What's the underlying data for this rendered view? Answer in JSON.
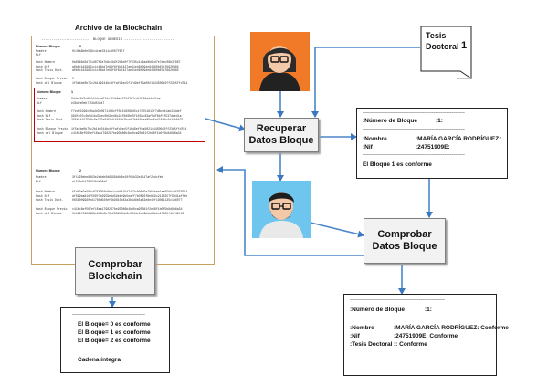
{
  "blockchain_archive": {
    "title": "Archivo de la Blockchain",
    "header": "------------------------ BLOQUE GÉNESIS ------------------------",
    "blocks": [
      {
        "number_label": "Número Bloque",
        "number_value": "0",
        "rows": [
          {
            "label": "Nombre",
            "value": "0145a6b0e549c4cea7811c1007f67f"
          },
          {
            "label": "Nif",
            "value": ""
          },
          {
            "label": "Hash Nombre",
            "value": "0a0166d3d751d0702e7b8c5b9f2b3e0f7f035c1d3ae8b6cd7e7dec06b3f667"
          },
          {
            "label": "Hash Nif",
            "value": "a0b0c4429891c1c84bd7e96f6f6d5427ae41e46b09de84960b67b78620d85"
          },
          {
            "label": "Hash Tesis Doct.",
            "value": "a0b0c4429891c1c84bd7e96f6f6d5427ae41e46b09de84960b67b78620d85"
          },
          {
            "label": "Hash Bloque Previo",
            "value": "0"
          },
          {
            "label": "Hash del Bloque",
            "value": "1f5e4be0b75c2b1b9244bc6ffafd3ec5f1fd9eff5a0021444500d2ff23e5ffd794"
          }
        ]
      },
      {
        "number_label": "Número Bloque",
        "number_value": "1",
        "rows": [
          {
            "label": "Nombre",
            "value": "9ddaf6d2c6b4d4dcae97dc7f4b0e8f7ff2b7cd19836eddd41ae"
          },
          {
            "label": "Nif",
            "value": "e38d2e0eb7758d54b47"
          },
          {
            "label": "Hash Nombre",
            "value": "f7ed92196cf6a4d3e06711b6cff0c21909bd5c17e551813f7d8c0d1ab47ddef"
          },
          {
            "label": "Hash Nif",
            "value": "999fa07c4b5d1bd3eec0b59ed6c2af0d0bf5f1658c83af5df6bf5f537dee41a"
          },
          {
            "label": "Hash Tesis Doct.",
            "value": "395b541975f0c8e7d7a0459d1ff4db7bcb07b6468ea09ac5e47fd0cfa21b0497"
          },
          {
            "label": "Hash Bloque Previo",
            "value": "1f5e4be0b75c2b1b9244bc6ffafd3ec5f1fd9eff5a0021444500d2ff23e5ffd794"
          },
          {
            "label": "Hash del Bloque",
            "value": "c416c8ef56fef16aa1798267be93086b4bd0ca95081f2e96f1b0f5b8d8b6a34"
          }
        ]
      },
      {
        "number_label": "Número Bloque",
        "number_value": "2",
        "rows": [
          {
            "label": "Nombre",
            "value": "3f1428ebe8d93e2a4eb0d6999b8d6e10f61b32e1147af2bdcfeb"
          },
          {
            "label": "Nif",
            "value": "a1540d1d766836de0fe5"
          },
          {
            "label": "Hash Nombre",
            "value": "f5df9a9a901c0755904b8ba1cdd1415d7453c806d9e78bfbeb1ae95b5c8f975514"
          },
          {
            "label": "Hash Nif",
            "value": "af699ba81df509f7b2959e8d59e4b9b5ea7f7b0826f8e859c2123257f9d41affeb"
          },
          {
            "label": "Hash Tesis Doct.",
            "value": "0658009980ed1780d020ef9b9810b82a3b6d8b5a63e8e4ef19061135c1b6077"
          },
          {
            "label": "Hash Bloque Previo",
            "value": "c416c8ef56fef16aa1798267be93086b4bd0ca95081f2e96f1b0f5b8d8b6a34"
          },
          {
            "label": "Hash del Bloque",
            "value": "01126f0959999e9b0b2bf9e2336b0bb3e5444e0eb9bbb86b1e2f802f1b749f43"
          }
        ]
      }
    ]
  },
  "tesis": {
    "line1": "Tesis",
    "line2": "Doctoral",
    "number": "1"
  },
  "boxes": {
    "recuperar": [
      "Recuperar",
      "Datos Bloque"
    ],
    "comprobar_bc": [
      "Comprobar",
      "Blockchain"
    ],
    "comprobar_db": [
      "Comprobar",
      "Datos Bloque"
    ]
  },
  "panel_right": {
    "dashes": "--------------------------------------------------------",
    "numero_label": ":Número de Bloque",
    "numero_value": ":1:",
    "nombre_label": ":Nombre",
    "nombre_value": ":MARÍA GARCÍA RODRÍGUEZ:",
    "nif_label": ":Nif",
    "nif_value": ":24751909E:",
    "status": "El Bloque 1 es conforme"
  },
  "panel_left": {
    "dashes": "----------------------------------------",
    "lines": [
      "El Bloque= 0 es conforme",
      "El Bloque= 1 es conforme",
      "El Bloque= 2 es conforme"
    ],
    "final": "Cadena íntegra"
  },
  "panel_bottom": {
    "dashes": "----------------------------------------------------",
    "numero_label": ":Número de Bloque",
    "numero_value": ":1:",
    "nombre_label": ":Nombre",
    "nombre_value": ":MARÍA GARCÍA RODRÍGUEZ: Conforme",
    "nif_label": ":Nif",
    "nif_value": ":24751909E: Conforme",
    "tesis_label": ":Tesis Doctoral",
    "tesis_value": ":: Conforme"
  },
  "colors": {
    "accent_blue": "#4a86c8",
    "highlight_red": "#c00000",
    "archive_border": "#c8a060",
    "box_fill": "#f2f2f2",
    "avatar_bg": "#f07a28",
    "avatar2_bg": "#6ec6ee"
  }
}
